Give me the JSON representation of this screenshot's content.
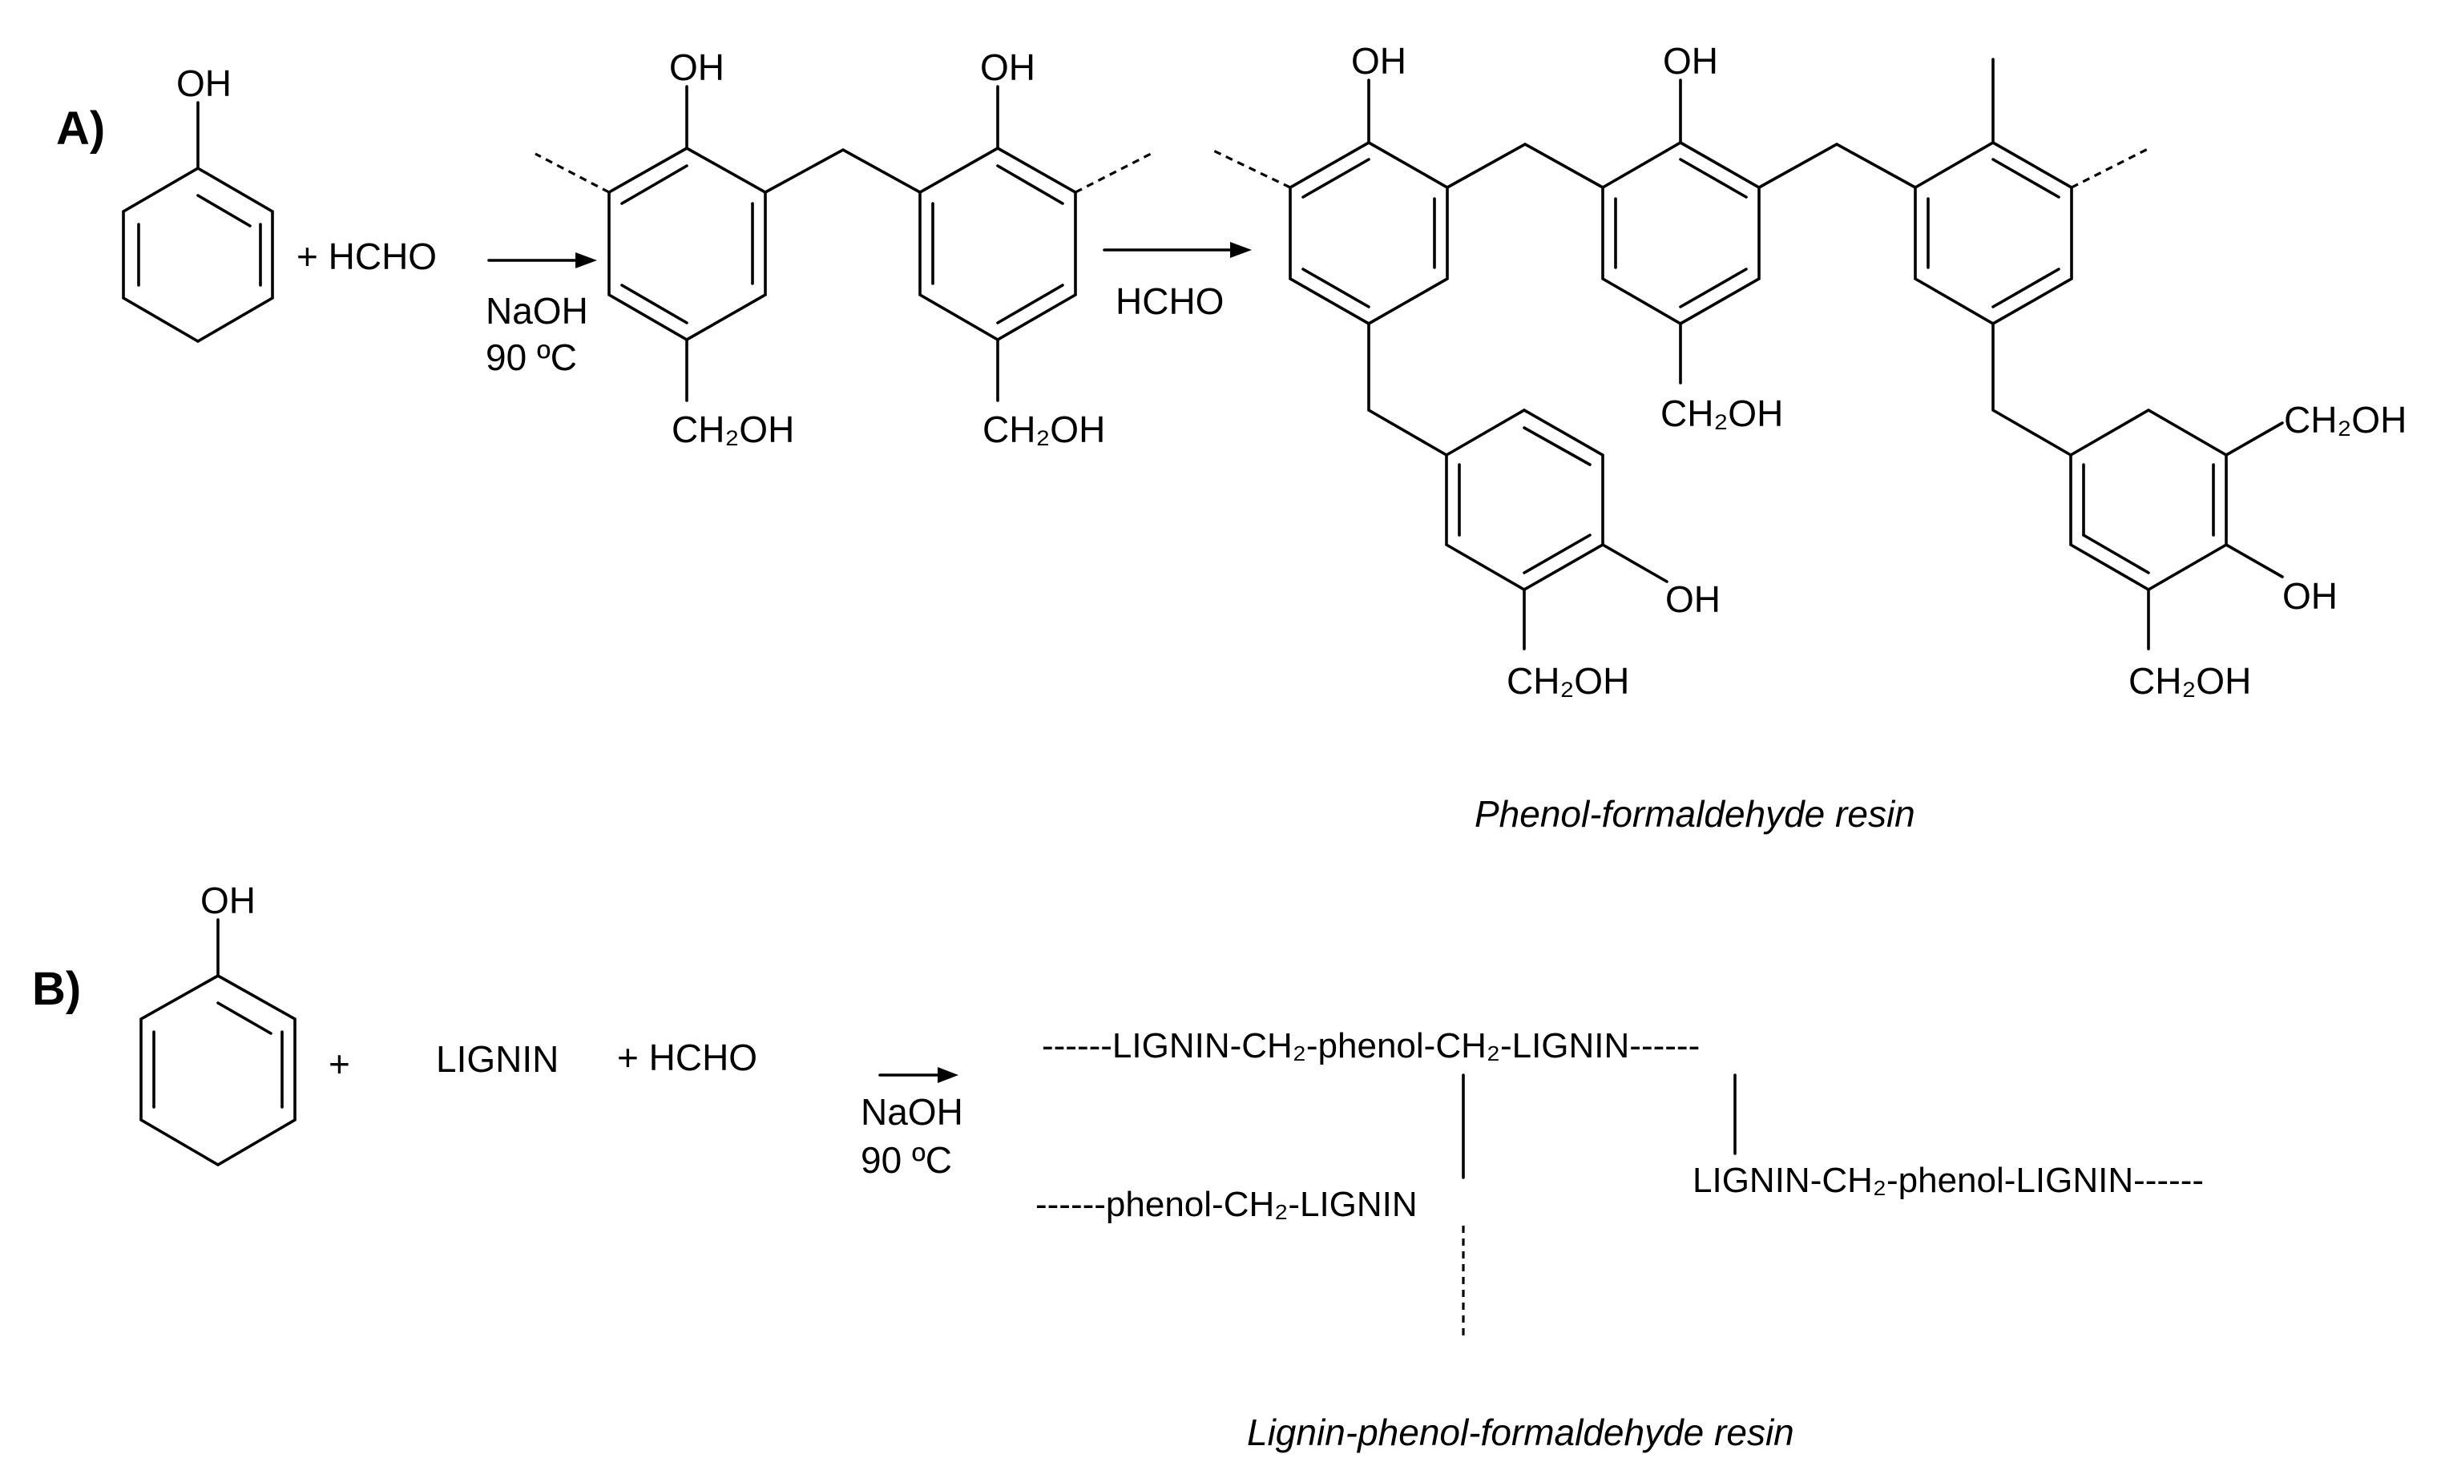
{
  "panel_a": {
    "label": "A)",
    "oh": "OH",
    "plus_hcho": "+ HCHO",
    "cond1": "NaOH",
    "cond2": "90 ºC",
    "ch2oh": "CH₂OH",
    "hcho": "HCHO",
    "caption": "Phenol-formaldehyde resin"
  },
  "panel_b": {
    "label": "B)",
    "oh": "OH",
    "plus": "+",
    "lignin": "LIGNIN",
    "plus_hcho": "+ HCHO",
    "cond1": "NaOH",
    "cond2": "90 ºC",
    "chain1": "------LIGNIN-CH₂-phenol-CH₂-LIGNIN------",
    "chain2": "------phenol-CH₂-LIGNIN",
    "chain3": "LIGNIN-CH₂-phenol-LIGNIN------",
    "caption": "Lignin-phenol-formaldehyde resin"
  }
}
